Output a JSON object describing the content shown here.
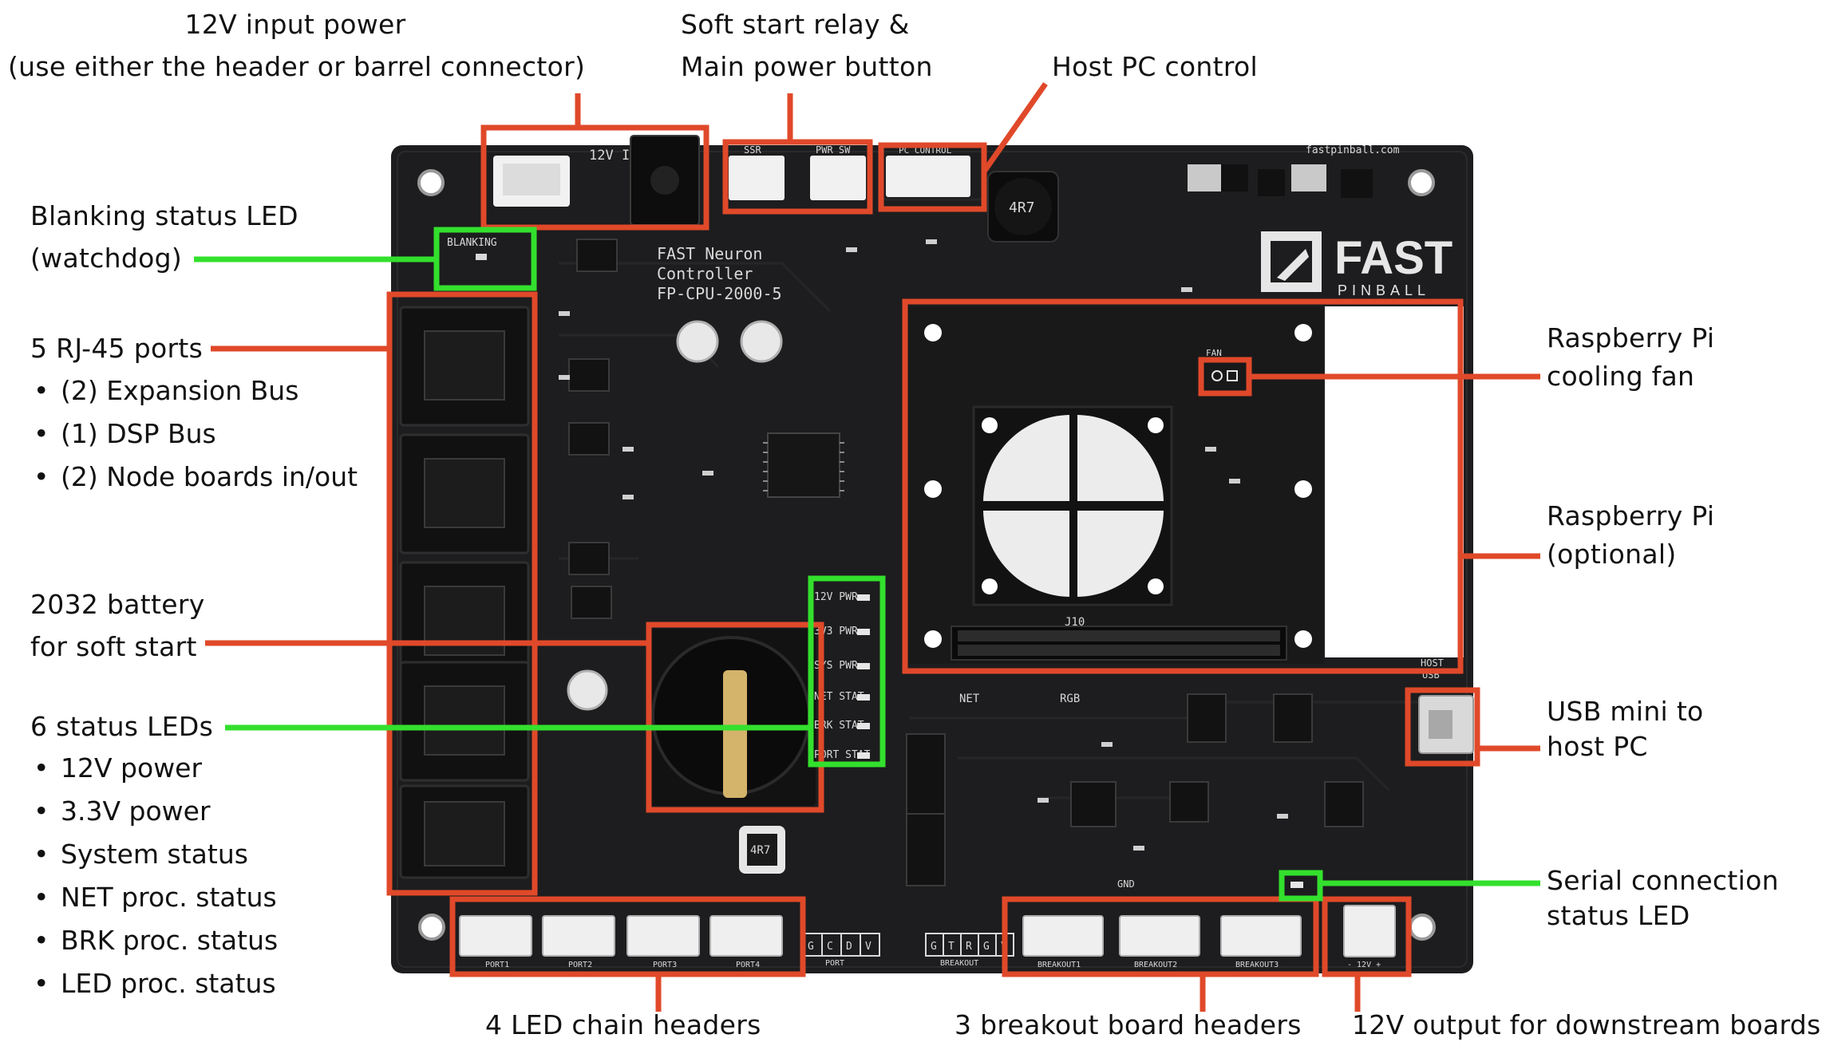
{
  "colors": {
    "callout_red": "#e0492a",
    "callout_green": "#33e02d",
    "pcb": "#1d1d1f",
    "silkscreen": "#d8d8d8"
  },
  "board_silk": {
    "title_lines": [
      "FAST Neuron",
      "Controller",
      "FP-CPU-2000-5"
    ],
    "brand": "FAST",
    "brand_sub": "PINBALL",
    "website": "fastpinball.com",
    "in_12v": "12V\nIN",
    "ssr": "SSR",
    "pwr_sw": "PWR SW",
    "pc_control": "PC CONTROL",
    "blanking": "BLANKING",
    "fan": "FAN",
    "host": "HOST",
    "usb": "USB",
    "net": "NET",
    "rgb": "RGB",
    "gnd": "GND",
    "port": "PORT",
    "breakout": "BREAKOUT",
    "j10": "J10",
    "inductor": "4R7",
    "led_labels": [
      "12V PWR",
      "3V3 PWR",
      "SYS PWR",
      "NET STAT",
      "BRK STAT",
      "PORT STAT"
    ],
    "port_headers": [
      "PORT1",
      "PORT2",
      "PORT3",
      "PORT4"
    ],
    "breakout_headers": [
      "BREAKOUT1",
      "BREAKOUT2",
      "BREAKOUT3"
    ],
    "out_12v": "- 12V +",
    "gcdv": [
      "G",
      "C",
      "D",
      "V"
    ],
    "gtrg": [
      "G",
      "T",
      "R",
      "G",
      "V"
    ]
  },
  "callouts": {
    "power_input": {
      "line1": "12V input power",
      "line2": "(use either the header or barrel connector)"
    },
    "soft_start_relay": {
      "line1": "Soft start relay &",
      "line2": "Main power button"
    },
    "host_pc_control": {
      "line1": "Host PC control"
    },
    "blanking_led": {
      "line1": "Blanking status LED",
      "line2": "(watchdog)"
    },
    "rj45": {
      "title": "5 RJ-45 ports",
      "items": [
        "(2) Expansion Bus",
        "(1) DSP Bus",
        "(2) Node boards in/out"
      ]
    },
    "battery": {
      "line1": "2032 battery",
      "line2": "for soft start"
    },
    "status_leds": {
      "title": "6 status LEDs",
      "items": [
        "12V power",
        "3.3V power",
        "System status",
        "NET proc. status",
        "BRK proc. status",
        "LED proc. status"
      ]
    },
    "cooling_fan": {
      "line1": "Raspberry Pi",
      "line2": "cooling fan"
    },
    "raspberry_pi": {
      "line1": "Raspberry Pi",
      "line2": "(optional)"
    },
    "usb_mini": {
      "line1": "USB mini to",
      "line2": "host PC"
    },
    "serial_led": {
      "line1": "Serial connection",
      "line2": "status LED"
    },
    "led_chain": {
      "line1": "4 LED chain headers"
    },
    "breakout_headers": {
      "line1": "3 breakout board headers"
    },
    "out_12v": {
      "line1": "12V output for downstream boards"
    }
  }
}
